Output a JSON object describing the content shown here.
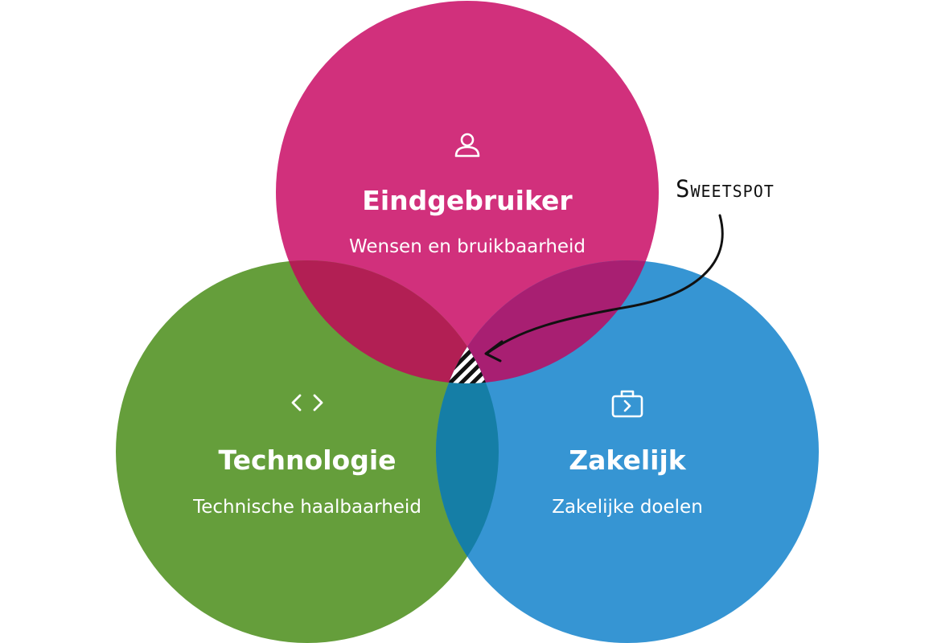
{
  "circles": {
    "user": {
      "title": "Eindgebruiker",
      "subtitle": "Wensen en bruikbaarheid",
      "icon": "person-icon",
      "color": "#d1307c"
    },
    "tech": {
      "title": "Technologie",
      "subtitle": "Technische haalbaarheid",
      "icon": "code-icon",
      "color": "#659e3b"
    },
    "business": {
      "title": "Zakelijk",
      "subtitle": "Zakelijke doelen",
      "icon": "briefcase-icon",
      "color": "#3695d3"
    }
  },
  "overlaps": {
    "user_tech_color": "#b21f54",
    "user_business_color": "#a81f72",
    "tech_business_color": "#157ea6"
  },
  "callout": {
    "label": "Sweetspot",
    "text_color": "#111111"
  }
}
